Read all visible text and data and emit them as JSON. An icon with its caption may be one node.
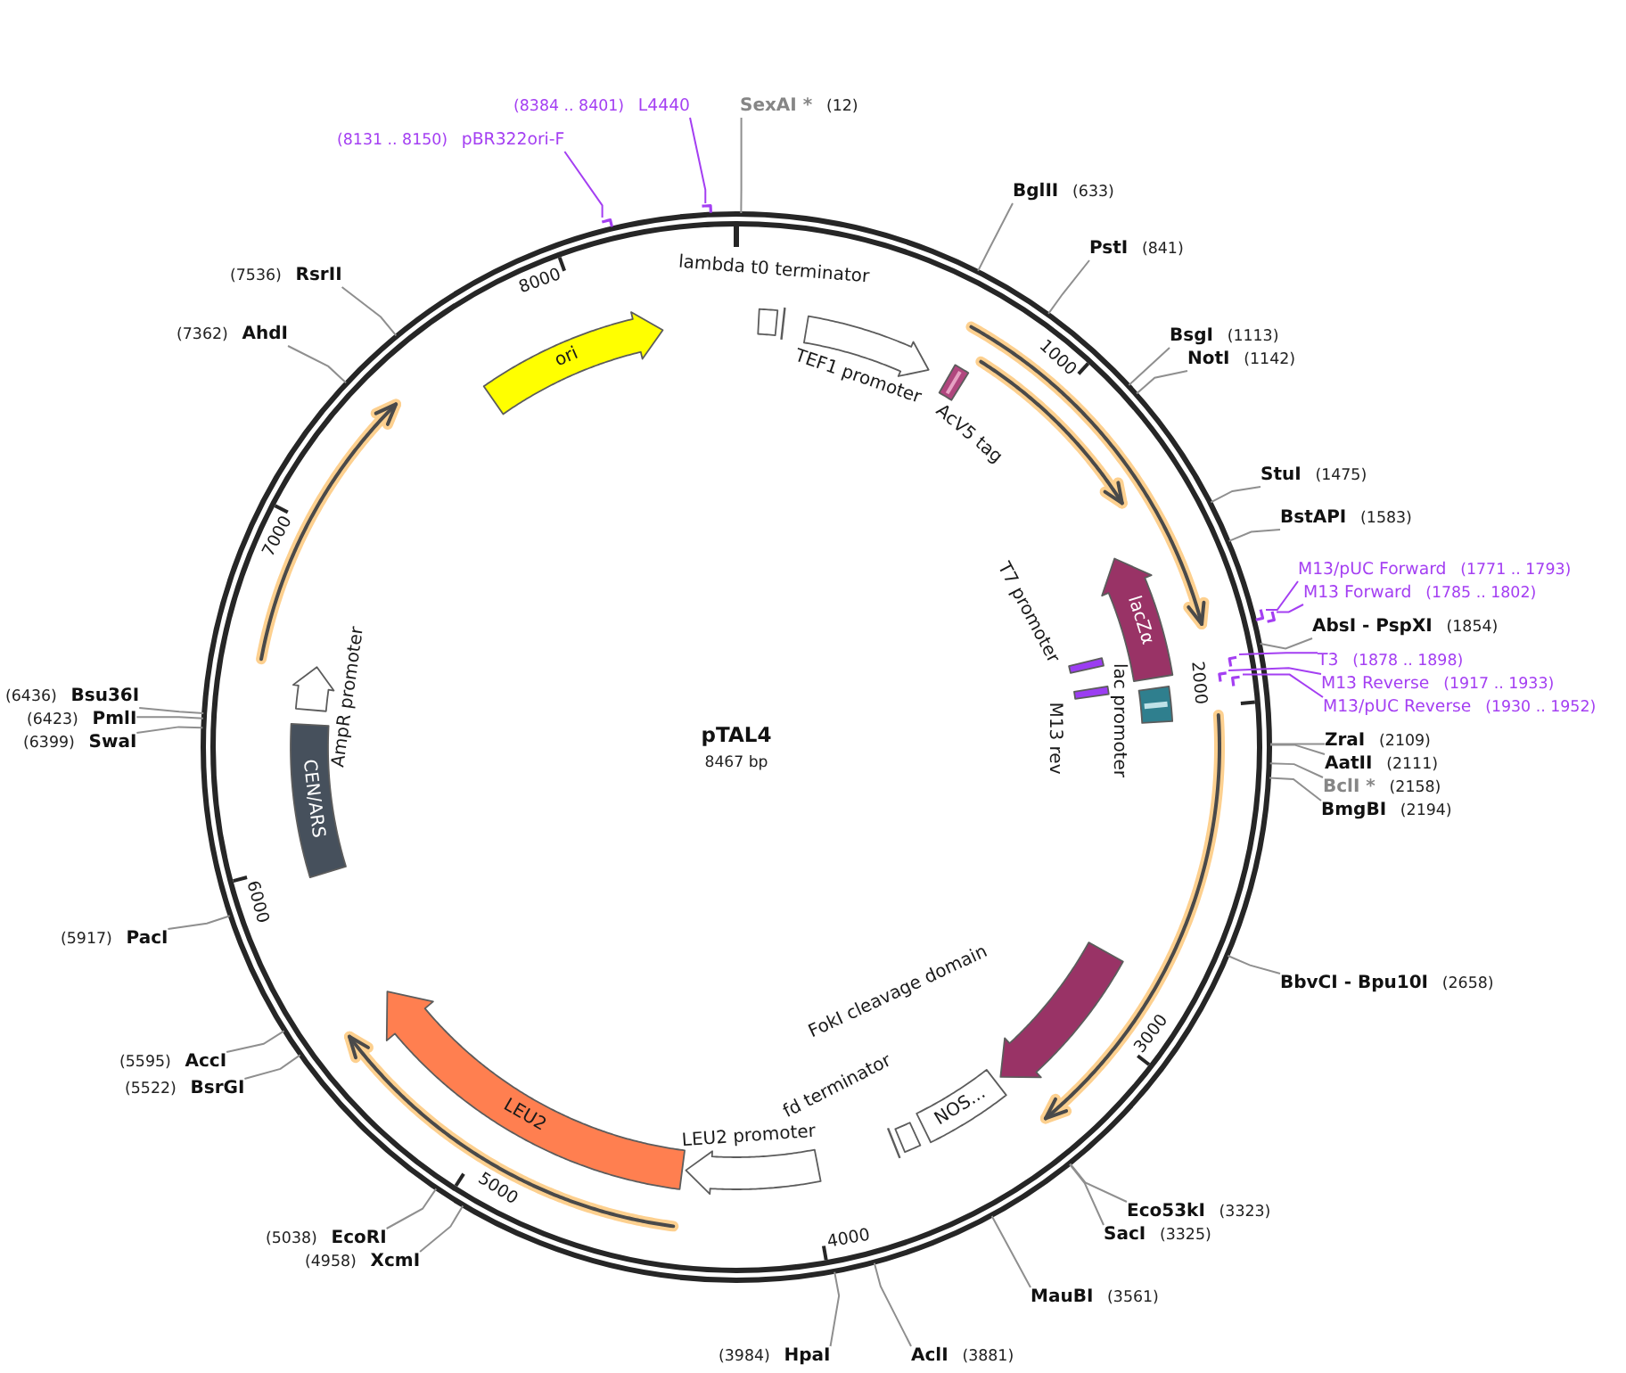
{
  "diagram": {
    "title": "pTAL4",
    "nodes": [
      {
        "text": [
          "SexAI *",
          "(12)"
        ]
      },
      {
        "text": [
          "BglII",
          "(633)"
        ]
      },
      {
        "text": [
          "PstI",
          "(841)"
        ]
      },
      {
        "text": [
          "BsgI",
          "(1113)"
        ]
      },
      {
        "text": [
          "NotI",
          "(1142)"
        ]
      },
      {
        "text": [
          "StuI",
          "(1475)"
        ]
      },
      {
        "text": [
          "BstAPI",
          "(1583)"
        ]
      },
      {
        "text": [
          "M13/pUC Forward",
          "(1771 .. 1793)"
        ]
      },
      {
        "text": [
          "M13 Forward",
          "(1785 .. 1802)"
        ]
      },
      {
        "text": [
          "AbsI - PspXI",
          "(1854)"
        ]
      },
      {
        "text": [
          "T3",
          "(1878 .. 1898)"
        ]
      },
      {
        "text": [
          "M13 Reverse",
          "(1917 .. 1933)"
        ]
      },
      {
        "text": [
          "M13/pUC Reverse",
          "(1930 .. 1952)"
        ]
      },
      {
        "text": [
          "ZraI",
          "(2109)"
        ]
      },
      {
        "text": [
          "AatII",
          "(2111)"
        ]
      },
      {
        "text": [
          "BclI *",
          "(2158)"
        ]
      },
      {
        "text": [
          "BmgBI",
          "(2194)"
        ]
      },
      {
        "text": [
          "BbvCI - Bpu10I",
          "(2658)"
        ]
      },
      {
        "text": [
          "Eco53kI",
          "(3323)"
        ]
      },
      {
        "text": [
          "SacI",
          "(3325)"
        ]
      },
      {
        "text": [
          "MauBI",
          "(3561)"
        ]
      },
      {
        "text": [
          "AclI",
          "(3881)"
        ]
      },
      {
        "text": [
          "(3984)",
          "HpaI"
        ]
      },
      {
        "text": [
          "(4958)",
          "XcmI"
        ]
      },
      {
        "text": [
          "(5038)",
          "EcoRI"
        ]
      },
      {
        "text": [
          "(5522)",
          "BsrGI"
        ]
      },
      {
        "text": [
          "(5595)",
          "AccI"
        ]
      },
      {
        "text": [
          "(5917)",
          "PacI"
        ]
      },
      {
        "text": [
          "(6399)",
          "SwaI"
        ]
      },
      {
        "text": [
          "(6423)",
          "PmlI"
        ]
      },
      {
        "text": [
          "(6436)",
          "Bsu36I"
        ]
      },
      {
        "text": [
          "(7362)",
          "AhdI"
        ]
      },
      {
        "text": [
          "(7536)",
          "RsrII"
        ]
      },
      {
        "text": [
          "(8131 .. 8150)",
          "pBR322ori-F"
        ]
      },
      {
        "text": [
          "(8384 .. 8401)",
          "L4440"
        ]
      },
      {
        "text": [
          "ori"
        ]
      },
      {
        "text": [],
        "shape": "box",
        "beside": [
          "lambda t0 terminator"
        ]
      },
      {
        "text": [],
        "shape": "arrow",
        "beside": [
          "TEF1 promoter"
        ]
      },
      {
        "text": [],
        "shape": "bar",
        "beside": [
          "AcV5 tag"
        ]
      },
      {
        "text": [
          "lacZα"
        ]
      },
      {
        "text": [],
        "shape": "bar",
        "beside": [
          "lac promoter"
        ]
      },
      {
        "text": [],
        "shape": "bar",
        "beside": [
          "T7 promoter"
        ]
      },
      {
        "text": [],
        "shape": "bar",
        "beside": [
          "M13 rev"
        ]
      },
      {
        "text": [],
        "shape": "arrow",
        "beside": [
          "FokI cleavage domain"
        ]
      },
      {
        "text": [
          "NOS..."
        ]
      },
      {
        "text": [],
        "shape": "box",
        "beside": [
          "fd terminator"
        ]
      },
      {
        "text": [],
        "shape": "arrow",
        "beside": [
          "LEU2 promoter"
        ]
      },
      {
        "text": [
          "LEU2"
        ]
      },
      {
        "text": [
          "CEN/ARS"
        ]
      },
      {
        "text": [],
        "shape": "arrow",
        "beside": [
          "AmpR promoter"
        ]
      },
      {
        "text": [],
        "shape": "arrow"
      },
      {
        "text": [],
        "shape": "arrow"
      },
      {
        "text": [],
        "shape": "arrow"
      },
      {
        "text": [],
        "shape": "arrow"
      },
      {
        "text": [],
        "shape": "arrow"
      },
      {
        "text": [],
        "shape": "arrow"
      },
      {
        "text": [],
        "shape": "arrow"
      }
    ],
    "edges": [
      {
        "from": 0,
        "to": null,
        "arrow": "none"
      },
      {
        "from": 1,
        "to": null,
        "arrow": "none"
      },
      {
        "from": 2,
        "to": null,
        "arrow": "none"
      },
      {
        "from": 3,
        "to": null,
        "arrow": "none"
      },
      {
        "from": 4,
        "to": null,
        "arrow": "none"
      },
      {
        "from": 5,
        "to": null,
        "arrow": "none"
      },
      {
        "from": 6,
        "to": null,
        "arrow": "none"
      },
      {
        "from": 7,
        "to": 50,
        "arrow": "none",
        "color": "#a43ff2"
      },
      {
        "from": 8,
        "to": 51,
        "arrow": "none",
        "color": "#a43ff2"
      },
      {
        "from": 9,
        "to": null,
        "arrow": "none"
      },
      {
        "from": 10,
        "to": 52,
        "arrow": "none",
        "color": "#a43ff2"
      },
      {
        "from": 11,
        "to": 53,
        "arrow": "none",
        "color": "#a43ff2"
      },
      {
        "from": 12,
        "to": 54,
        "arrow": "none",
        "color": "#a43ff2"
      },
      {
        "from": 13,
        "to": null,
        "arrow": "none"
      },
      {
        "from": 14,
        "to": null,
        "arrow": "none"
      },
      {
        "from": 15,
        "to": null,
        "arrow": "none"
      },
      {
        "from": 16,
        "to": null,
        "arrow": "none"
      },
      {
        "from": 17,
        "to": null,
        "arrow": "none"
      },
      {
        "from": 18,
        "to": null,
        "arrow": "none"
      },
      {
        "from": 19,
        "to": null,
        "arrow": "none"
      },
      {
        "from": 20,
        "to": null,
        "arrow": "none"
      },
      {
        "from": 21,
        "to": null,
        "arrow": "none"
      },
      {
        "from": 22,
        "to": null,
        "arrow": "none"
      },
      {
        "from": 23,
        "to": null,
        "arrow": "none"
      },
      {
        "from": 24,
        "to": null,
        "arrow": "none"
      },
      {
        "from": 25,
        "to": null,
        "arrow": "none"
      },
      {
        "from": 26,
        "to": null,
        "arrow": "none"
      },
      {
        "from": 27,
        "to": null,
        "arrow": "none"
      },
      {
        "from": 28,
        "to": null,
        "arrow": "none"
      },
      {
        "from": 29,
        "to": null,
        "arrow": "none"
      },
      {
        "from": 30,
        "to": null,
        "arrow": "none"
      },
      {
        "from": 31,
        "to": null,
        "arrow": "none"
      },
      {
        "from": 32,
        "to": null,
        "arrow": "none"
      },
      {
        "from": 33,
        "to": 55,
        "arrow": "none",
        "color": "#a43ff2"
      },
      {
        "from": 34,
        "to": 56,
        "arrow": "none",
        "color": "#a43ff2"
      }
    ],
    "labels": [
      "8467 bp",
      "1000",
      "2000",
      "3000",
      "4000",
      "5000",
      "6000",
      "7000",
      "8000"
    ]
  }
}
